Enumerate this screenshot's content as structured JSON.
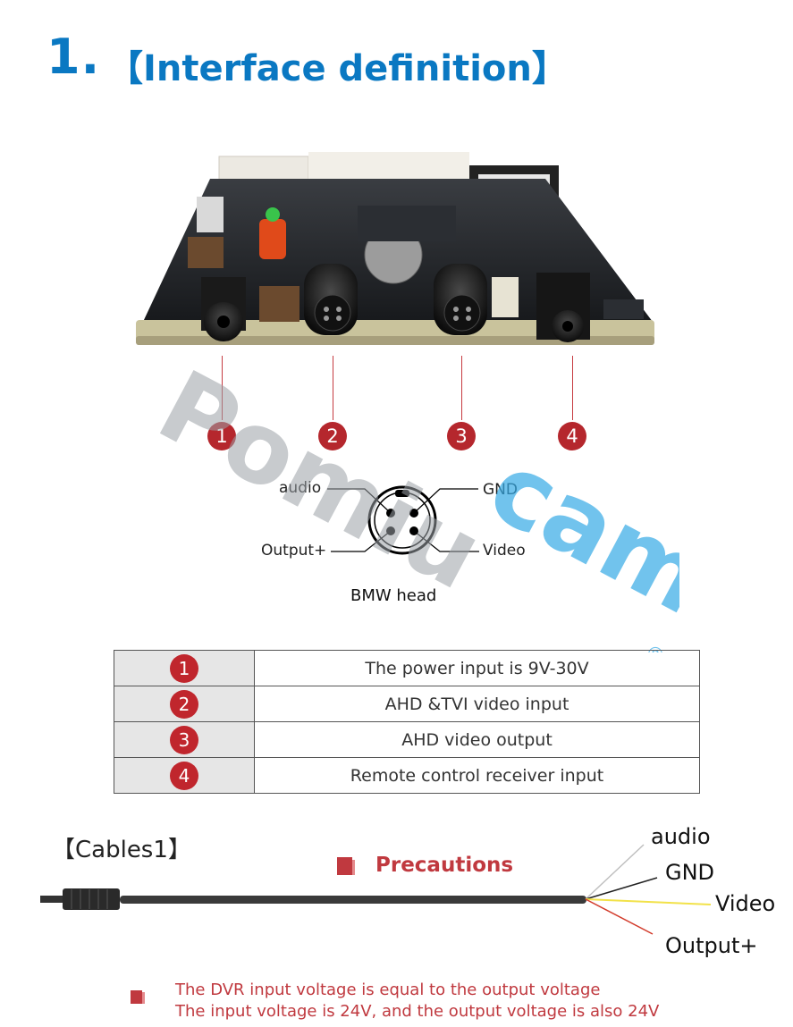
{
  "header": {
    "number": "1.",
    "title": "【Interface definition】"
  },
  "markers": [
    "1",
    "2",
    "3",
    "4"
  ],
  "pin_diagram": {
    "audio": "audio",
    "gnd": "GND",
    "output": "Output+",
    "video": "Video",
    "caption": "BMW head"
  },
  "table": {
    "rows": [
      {
        "num": "1",
        "desc": "The power input is 9V-30V"
      },
      {
        "num": "2",
        "desc": "AHD &TVI video input"
      },
      {
        "num": "3",
        "desc": "AHD video output"
      },
      {
        "num": "4",
        "desc": "Remote control receiver input"
      }
    ]
  },
  "cables": {
    "label": "【Cables1】",
    "precautions": "Precautions",
    "wires": [
      "audio",
      "GND",
      "Video",
      "Output+"
    ]
  },
  "notes": [
    "The DVR input voltage is equal to the output voltage",
    "The input voltage is 24V, and the output voltage is also 24V"
  ],
  "watermark": {
    "part1": "Pomiu",
    "part2": "cam",
    "registered": "®"
  },
  "colors": {
    "title_blue": "#0a78c2",
    "marker_red": "#b5272d",
    "note_red": "#c0393f",
    "watermark_gray": "#9aa0a6",
    "watermark_blue": "#35a9e6",
    "wire_yellow": "#f2e24a",
    "wire_red": "#d23a2a",
    "wire_gray": "#bfbfbf"
  }
}
